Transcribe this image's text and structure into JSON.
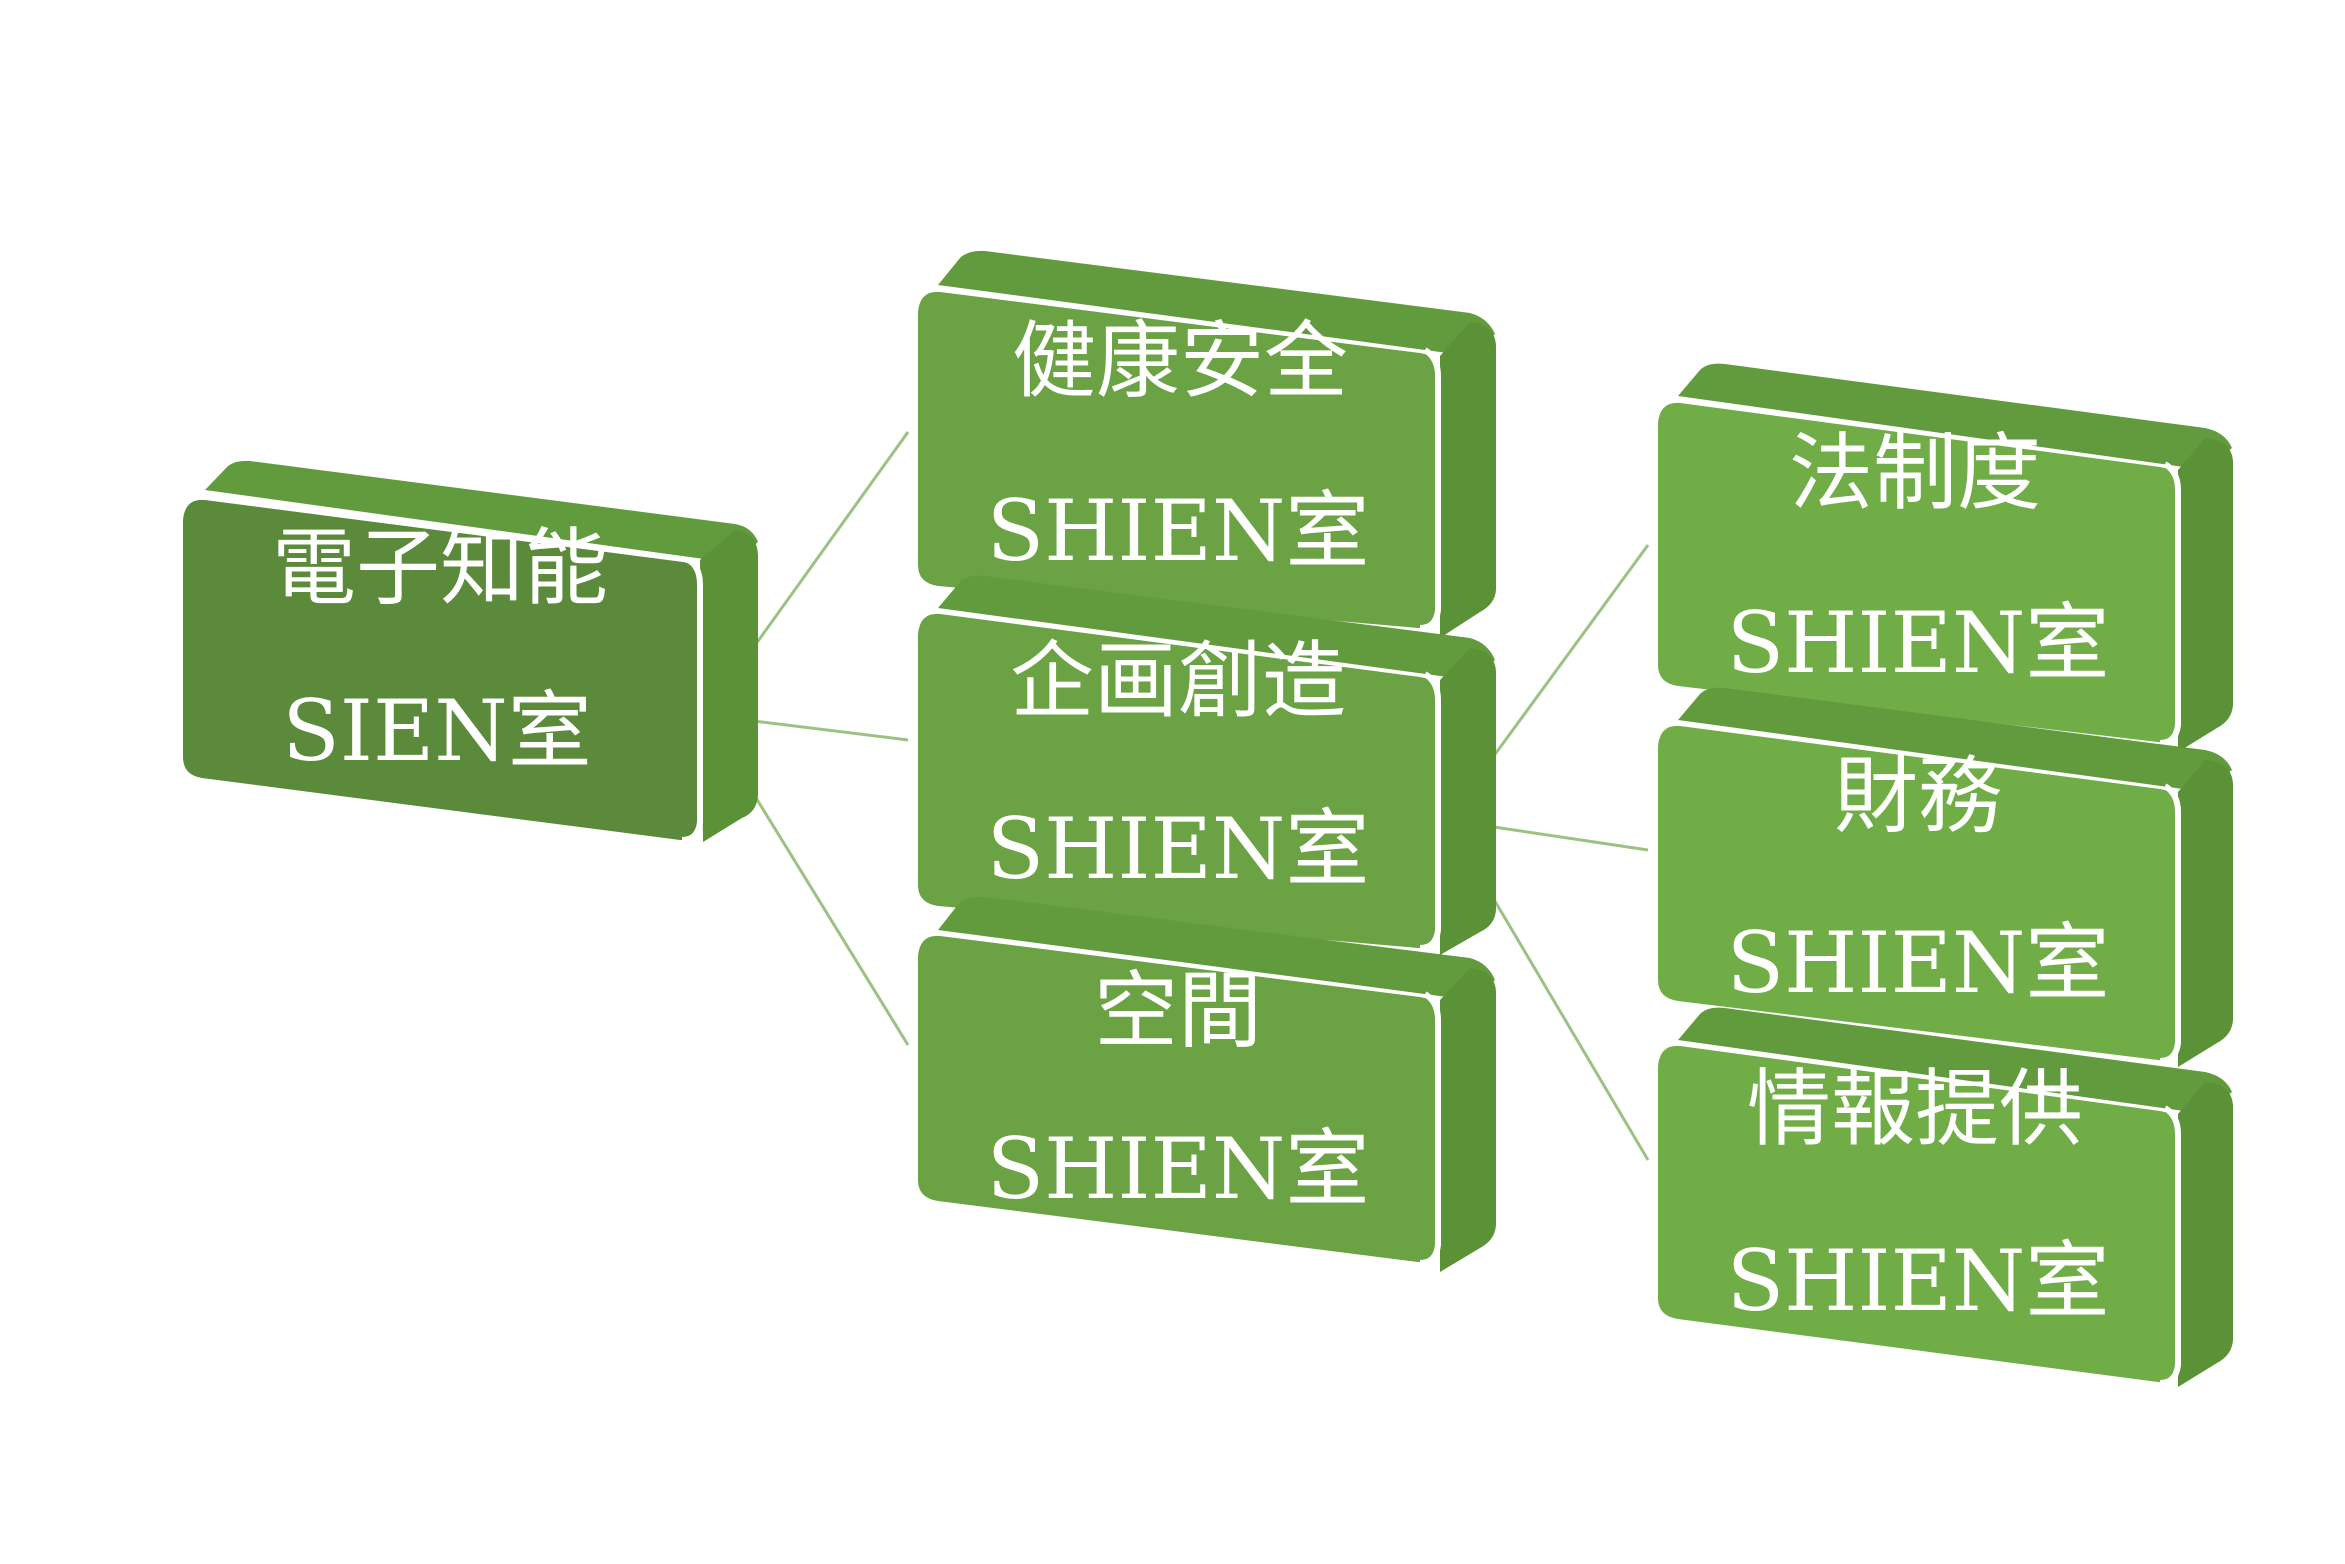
{
  "colors": {
    "root_box": "#5a8a3a",
    "box": "#6aa244",
    "box_light": "#70ad47",
    "box_side": "#5b9238",
    "box_top": "#629b3d",
    "border": "#ffffff",
    "connector": "#9cc283",
    "text": "#ffffff"
  },
  "root": {
    "line1": "電子知能",
    "line2": "SIEN室"
  },
  "level1": [
    {
      "line1": "健康安全",
      "line2": "SHIEN室"
    },
    {
      "line1": "企画創造",
      "line2": "SHIEN室"
    },
    {
      "line1": "空間",
      "line2": "SHIEN室"
    }
  ],
  "level2": [
    {
      "line1": "法制度",
      "line2": "SHIEN室"
    },
    {
      "line1": "財務",
      "line2": "SHIEN室"
    },
    {
      "line1": "情報提供",
      "line2": "SHIEN室"
    }
  ]
}
